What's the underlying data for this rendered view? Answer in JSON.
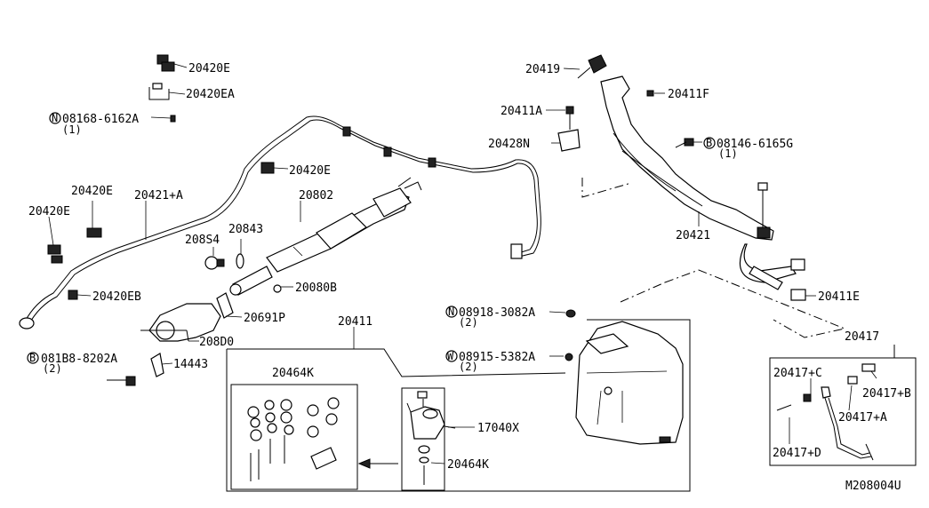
{
  "labels": {
    "p20420E_top": "20420E",
    "p20420EA": "20420EA",
    "p08168": "08168-6162A",
    "p08168_qty": "(1)",
    "p20420E_mid": "20420E",
    "p20420E_left1": "20420E",
    "p20420E_left2": "20420E",
    "p20421A": "20421+A",
    "p20802": "20802",
    "p208S4": "208S4",
    "p20843": "20843",
    "p200B0B": "20080B",
    "p20420EB": "20420EB",
    "p20691P": "20691P",
    "p208D0": "208D0",
    "p081B8": "081B8-8202A",
    "p081B8_qty": "(2)",
    "p14443": "14443",
    "p20411_box": "20411",
    "p20464K_a": "20464K",
    "p17040X": "17040X",
    "p20464K_b": "20464K",
    "p20419": "20419",
    "p20411A": "20411A",
    "p20411F": "20411F",
    "p20428N": "20428N",
    "p08146": "08146-6165G",
    "p08146_qty": "(1)",
    "p20421": "20421",
    "p20411E": "20411E",
    "p08918": "08918-3082A",
    "p08918_qty": "(2)",
    "p08915": "08915-5382A",
    "p08915_qty": "(2)",
    "p20417": "20417",
    "p20417C": "20417+C",
    "p20417B": "20417+B",
    "p20417A": "20417+A",
    "p20417D": "20417+D",
    "figure_id": "M208004U"
  },
  "callout_letters": {
    "N": "N",
    "B": "B",
    "W": "W"
  }
}
